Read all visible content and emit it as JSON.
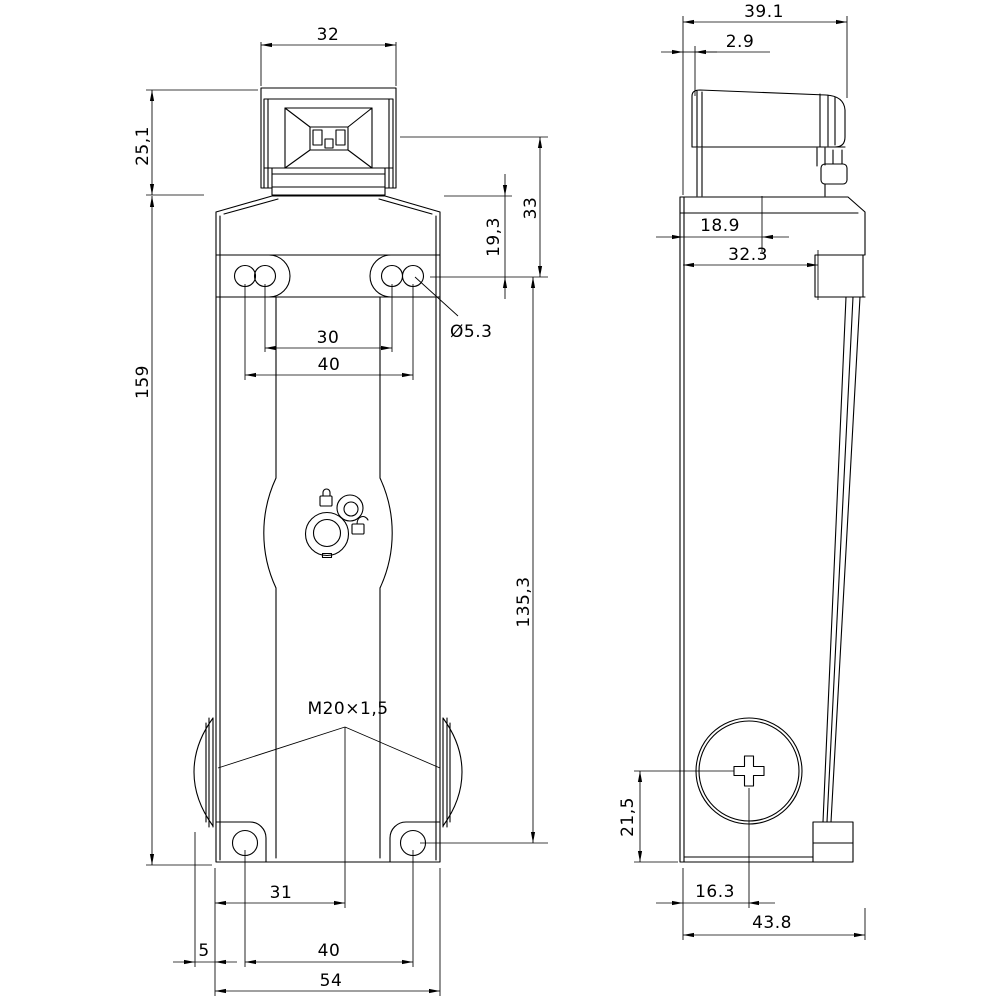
{
  "drawing": {
    "type": "technical-dimension-drawing",
    "background": "#ffffff",
    "line_color": "#000000",
    "views": {
      "front": "front-view",
      "side": "side-view"
    },
    "icons": {
      "locked": "closed-padlock-icon",
      "unlocked": "open-padlock-icon",
      "center_mark": "cross-center-mark-icon"
    },
    "labels": {
      "head_width": "32",
      "head_height": "25,1",
      "head_bottom_to_slot": "33",
      "body_top_to_slot": "19,3",
      "slot_inner_spacing": "30",
      "slot_outer_spacing": "40",
      "slot_hole_diameter": "Ø5.3",
      "body_height": "159",
      "slot_to_bottom_hole": "135,3",
      "cable_thread": "M20×1,5",
      "edge_to_centerline": "31",
      "gland_protrusion": "5",
      "bottom_hole_spacing": "40",
      "body_width": "54",
      "side_overall_width": "39.1",
      "head_face_offset": "2.9",
      "face_to_centerline": "18.9",
      "face_to_lug": "32.3",
      "gland_axis_height": "21,5",
      "face_to_gland_axis": "16.3",
      "overall_depth": "43.8"
    }
  }
}
